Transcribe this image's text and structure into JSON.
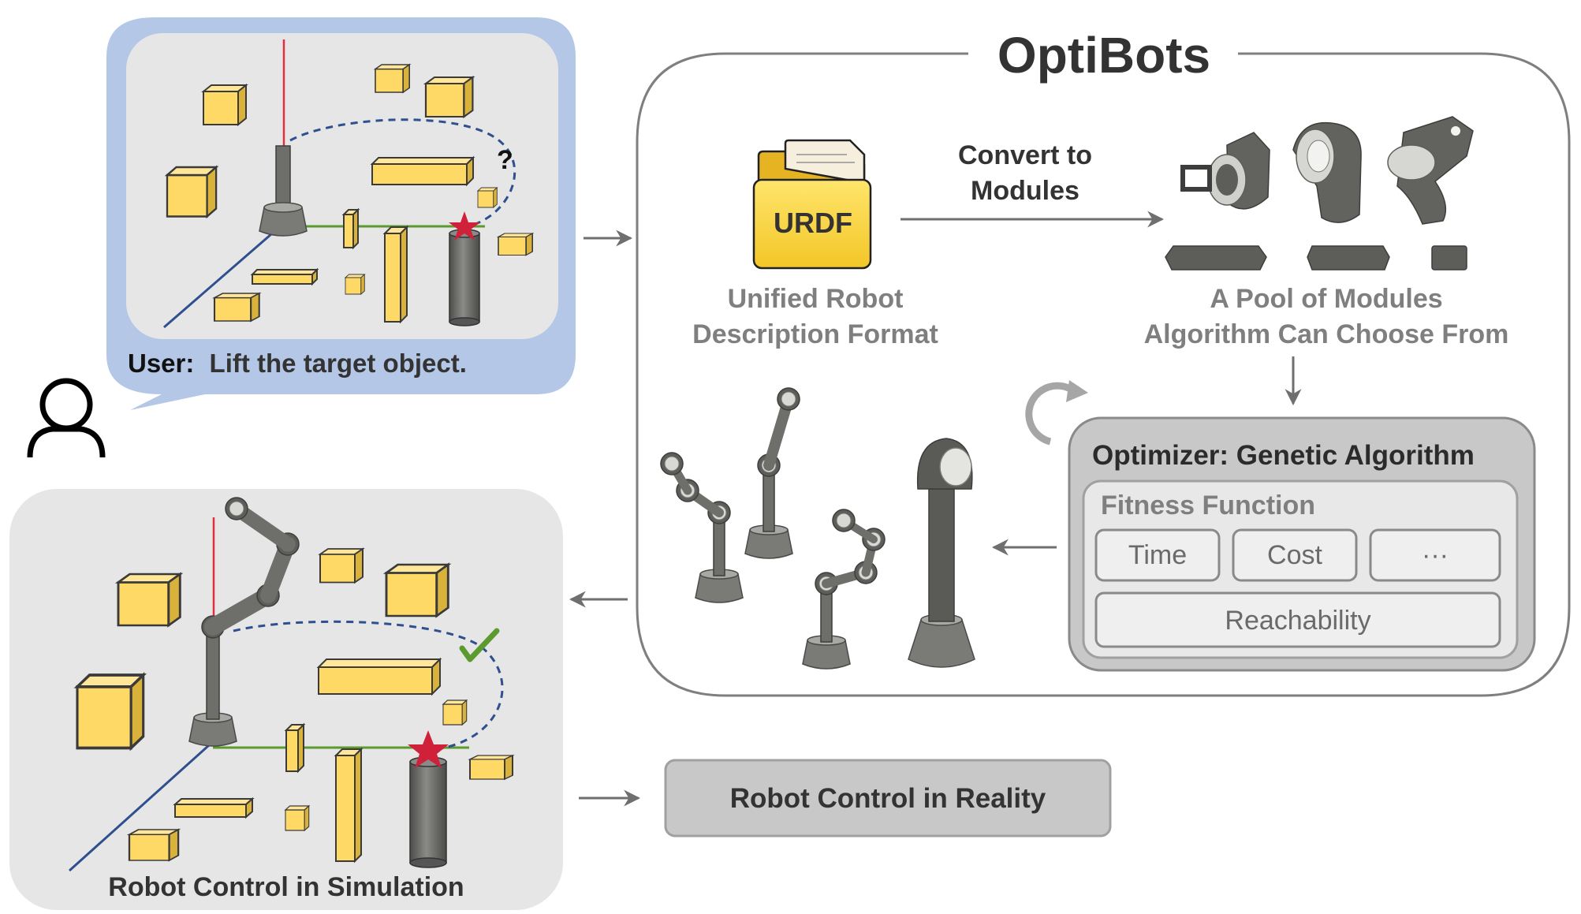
{
  "title": "OptiBots",
  "user_panel": {
    "prefix": "User:",
    "instruction": "Lift the target object.",
    "question_mark": "?"
  },
  "sim_panel": {
    "caption": "Robot Control in Simulation"
  },
  "urdf": {
    "file_label": "URDF",
    "caption_line1": "Unified Robot",
    "caption_line2": "Description Format"
  },
  "convert": {
    "line1": "Convert to",
    "line2": "Modules"
  },
  "pool": {
    "caption_line1": "A Pool of Modules",
    "caption_line2": "Algorithm Can Choose From"
  },
  "optimizer": {
    "title": "Optimizer: Genetic Algorithm",
    "fitness_title": "Fitness Function",
    "terms": [
      "Time",
      "Cost",
      "···"
    ],
    "reachability": "Reachability"
  },
  "reality": {
    "label": "Robot Control in Reality"
  },
  "colors": {
    "user_bubble": "#b4c7e7",
    "panel_gray": "#e6e6e6",
    "box_yellow": "#ffd966",
    "box_edge": "#3a3a3a",
    "robot_gray": "#6e6e6a",
    "path_blue": "#2f4f8f",
    "green_line": "#5b9a2e",
    "target_red": "#d0213b",
    "frame": "#7f7f7f",
    "text_gray": "#7f7f7f"
  }
}
